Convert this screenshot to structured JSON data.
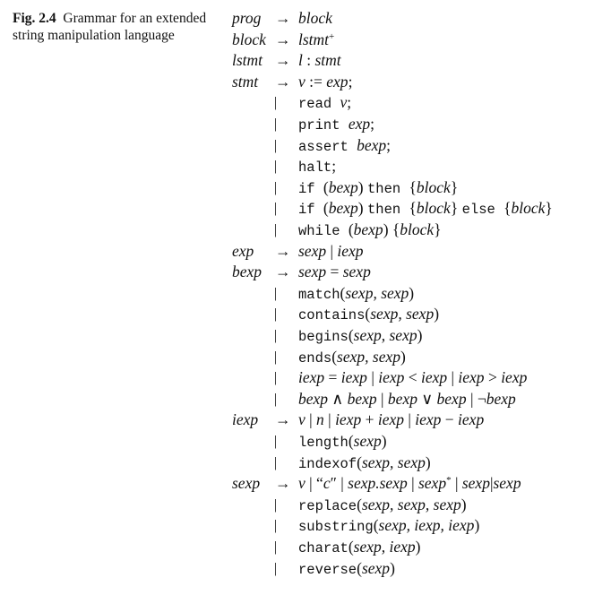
{
  "caption": {
    "label": "Fig. 2.4",
    "text": "Grammar for an extended string manipulation language"
  },
  "rules": [
    {
      "lhs": "prog",
      "arrow": "→",
      "parts": [
        [
          "i",
          "block"
        ]
      ]
    },
    {
      "lhs": "block",
      "arrow": "→",
      "parts": [
        [
          "i",
          "lstmt"
        ],
        [
          "sup",
          "+"
        ]
      ]
    },
    {
      "lhs": "lstmt",
      "arrow": "→",
      "parts": [
        [
          "i",
          "l"
        ],
        [
          "r",
          " : "
        ],
        [
          "i",
          "stmt"
        ]
      ]
    },
    {
      "lhs": "stmt",
      "arrow": "→",
      "parts": [
        [
          "i",
          "v"
        ],
        [
          "r",
          " := "
        ],
        [
          "i",
          "exp"
        ],
        [
          "r",
          ";"
        ]
      ]
    },
    {
      "lhs": "",
      "arrow": "|",
      "parts": [
        [
          "t",
          "read "
        ],
        [
          "i",
          "v"
        ],
        [
          "r",
          ";"
        ]
      ]
    },
    {
      "lhs": "",
      "arrow": "|",
      "parts": [
        [
          "t",
          "print "
        ],
        [
          "i",
          "exp"
        ],
        [
          "r",
          ";"
        ]
      ]
    },
    {
      "lhs": "",
      "arrow": "|",
      "parts": [
        [
          "t",
          "assert "
        ],
        [
          "i",
          "bexp"
        ],
        [
          "r",
          ";"
        ]
      ]
    },
    {
      "lhs": "",
      "arrow": "|",
      "parts": [
        [
          "t",
          "halt"
        ],
        [
          "r",
          ";"
        ]
      ]
    },
    {
      "lhs": "",
      "arrow": "|",
      "parts": [
        [
          "t",
          "if "
        ],
        [
          "r",
          "("
        ],
        [
          "i",
          "bexp"
        ],
        [
          "r",
          ") "
        ],
        [
          "t",
          "then "
        ],
        [
          "r",
          "{"
        ],
        [
          "i",
          "block"
        ],
        [
          "r",
          "}"
        ]
      ]
    },
    {
      "lhs": "",
      "arrow": "|",
      "parts": [
        [
          "t",
          "if "
        ],
        [
          "r",
          "("
        ],
        [
          "i",
          "bexp"
        ],
        [
          "r",
          ") "
        ],
        [
          "t",
          "then "
        ],
        [
          "r",
          "{"
        ],
        [
          "i",
          "block"
        ],
        [
          "r",
          "} "
        ],
        [
          "t",
          "else "
        ],
        [
          "r",
          "{"
        ],
        [
          "i",
          "block"
        ],
        [
          "r",
          "}"
        ]
      ]
    },
    {
      "lhs": "",
      "arrow": "|",
      "parts": [
        [
          "t",
          "while "
        ],
        [
          "r",
          "("
        ],
        [
          "i",
          "bexp"
        ],
        [
          "r",
          ") {"
        ],
        [
          "i",
          "block"
        ],
        [
          "r",
          "}"
        ]
      ]
    },
    {
      "lhs": "exp",
      "arrow": "→",
      "parts": [
        [
          "i",
          "sexp"
        ],
        [
          "r",
          "  |  "
        ],
        [
          "i",
          "iexp"
        ]
      ]
    },
    {
      "lhs": "bexp",
      "arrow": "→",
      "parts": [
        [
          "i",
          "sexp"
        ],
        [
          "r",
          " = "
        ],
        [
          "i",
          "sexp"
        ]
      ]
    },
    {
      "lhs": "",
      "arrow": "|",
      "parts": [
        [
          "t",
          "match"
        ],
        [
          "r",
          "("
        ],
        [
          "i",
          "sexp, sexp"
        ],
        [
          "r",
          ")"
        ]
      ]
    },
    {
      "lhs": "",
      "arrow": "|",
      "parts": [
        [
          "t",
          "contains"
        ],
        [
          "r",
          "("
        ],
        [
          "i",
          "sexp, sexp"
        ],
        [
          "r",
          ")"
        ]
      ]
    },
    {
      "lhs": "",
      "arrow": "|",
      "parts": [
        [
          "t",
          "begins"
        ],
        [
          "r",
          "("
        ],
        [
          "i",
          "sexp, sexp"
        ],
        [
          "r",
          ")"
        ]
      ]
    },
    {
      "lhs": "",
      "arrow": "|",
      "parts": [
        [
          "t",
          "ends"
        ],
        [
          "r",
          "("
        ],
        [
          "i",
          "sexp, sexp"
        ],
        [
          "r",
          ")"
        ]
      ]
    },
    {
      "lhs": "",
      "arrow": "|",
      "parts": [
        [
          "i",
          "iexp"
        ],
        [
          "r",
          " = "
        ],
        [
          "i",
          "iexp"
        ],
        [
          "r",
          "  |  "
        ],
        [
          "i",
          "iexp"
        ],
        [
          "r",
          " < "
        ],
        [
          "i",
          "iexp"
        ],
        [
          "r",
          "  |  "
        ],
        [
          "i",
          "iexp"
        ],
        [
          "r",
          " > "
        ],
        [
          "i",
          "iexp"
        ]
      ]
    },
    {
      "lhs": "",
      "arrow": "|",
      "parts": [
        [
          "i",
          "bexp"
        ],
        [
          "r",
          " ∧ "
        ],
        [
          "i",
          "bexp"
        ],
        [
          "r",
          "  |  "
        ],
        [
          "i",
          "bexp"
        ],
        [
          "r",
          " ∨ "
        ],
        [
          "i",
          "bexp"
        ],
        [
          "r",
          "  |  ¬"
        ],
        [
          "i",
          "bexp"
        ]
      ]
    },
    {
      "lhs": "iexp",
      "arrow": "→",
      "parts": [
        [
          "i",
          "v"
        ],
        [
          "r",
          "  |  "
        ],
        [
          "i",
          "n"
        ],
        [
          "r",
          "  |  "
        ],
        [
          "i",
          "iexp"
        ],
        [
          "r",
          " + "
        ],
        [
          "i",
          "iexp"
        ],
        [
          "r",
          " | "
        ],
        [
          "i",
          "iexp"
        ],
        [
          "r",
          " − "
        ],
        [
          "i",
          "iexp"
        ]
      ]
    },
    {
      "lhs": "",
      "arrow": "|",
      "parts": [
        [
          "t",
          "length"
        ],
        [
          "r",
          "("
        ],
        [
          "i",
          "sexp"
        ],
        [
          "r",
          ")"
        ]
      ]
    },
    {
      "lhs": "",
      "arrow": "|",
      "parts": [
        [
          "t",
          "indexof"
        ],
        [
          "r",
          "("
        ],
        [
          "i",
          "sexp, sexp"
        ],
        [
          "r",
          ")"
        ]
      ]
    },
    {
      "lhs": "sexp",
      "arrow": "→",
      "parts": [
        [
          "i",
          "v"
        ],
        [
          "r",
          "  |  “"
        ],
        [
          "i",
          "c"
        ],
        [
          "r",
          "″  |  "
        ],
        [
          "i",
          "sexp.sexp"
        ],
        [
          "r",
          "  |  "
        ],
        [
          "i",
          "sexp"
        ],
        [
          "sup",
          "*"
        ],
        [
          "r",
          "  |  "
        ],
        [
          "i",
          "sexp"
        ],
        [
          "r",
          "|"
        ],
        [
          "i",
          "sexp"
        ]
      ]
    },
    {
      "lhs": "",
      "arrow": "|",
      "parts": [
        [
          "t",
          "replace"
        ],
        [
          "r",
          "("
        ],
        [
          "i",
          "sexp, sexp, sexp"
        ],
        [
          "r",
          ")"
        ]
      ]
    },
    {
      "lhs": "",
      "arrow": "|",
      "parts": [
        [
          "t",
          "substring"
        ],
        [
          "r",
          "("
        ],
        [
          "i",
          "sexp, iexp, iexp"
        ],
        [
          "r",
          ")"
        ]
      ]
    },
    {
      "lhs": "",
      "arrow": "|",
      "parts": [
        [
          "t",
          "charat"
        ],
        [
          "r",
          "("
        ],
        [
          "i",
          "sexp, iexp"
        ],
        [
          "r",
          ")"
        ]
      ]
    },
    {
      "lhs": "",
      "arrow": "|",
      "parts": [
        [
          "t",
          "reverse"
        ],
        [
          "r",
          "("
        ],
        [
          "i",
          "sexp"
        ],
        [
          "r",
          ")"
        ]
      ]
    }
  ]
}
